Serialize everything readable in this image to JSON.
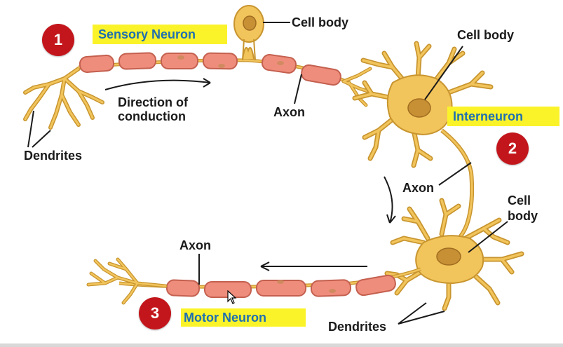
{
  "colors": {
    "neuron_fill": "#f2c45c",
    "neuron_stroke": "#c8952f",
    "myelin_fill": "#ef8d7c",
    "myelin_stroke": "#c4604f",
    "nucleus": "#c89035",
    "highlight": "#fbf32a",
    "badge": "#c3161c",
    "heading_text": "#1f6fb0",
    "label_text": "#1a1a1a"
  },
  "sensory": {
    "badge_number": "1",
    "title": "Sensory Neuron",
    "cell_body_label": "Cell body",
    "axon_label": "Axon",
    "dendrites_label": "Dendrites",
    "direction_label_line1": "Direction of",
    "direction_label_line2": "conduction"
  },
  "interneuron": {
    "badge_number": "2",
    "title": "Interneuron",
    "cell_body_label": "Cell body",
    "axon_label": "Axon"
  },
  "motor": {
    "badge_number": "3",
    "title": "Motor Neuron",
    "cell_body_label_line1": "Cell",
    "cell_body_label_line2": "body",
    "axon_label": "Axon",
    "dendrites_label": "Dendrites"
  }
}
